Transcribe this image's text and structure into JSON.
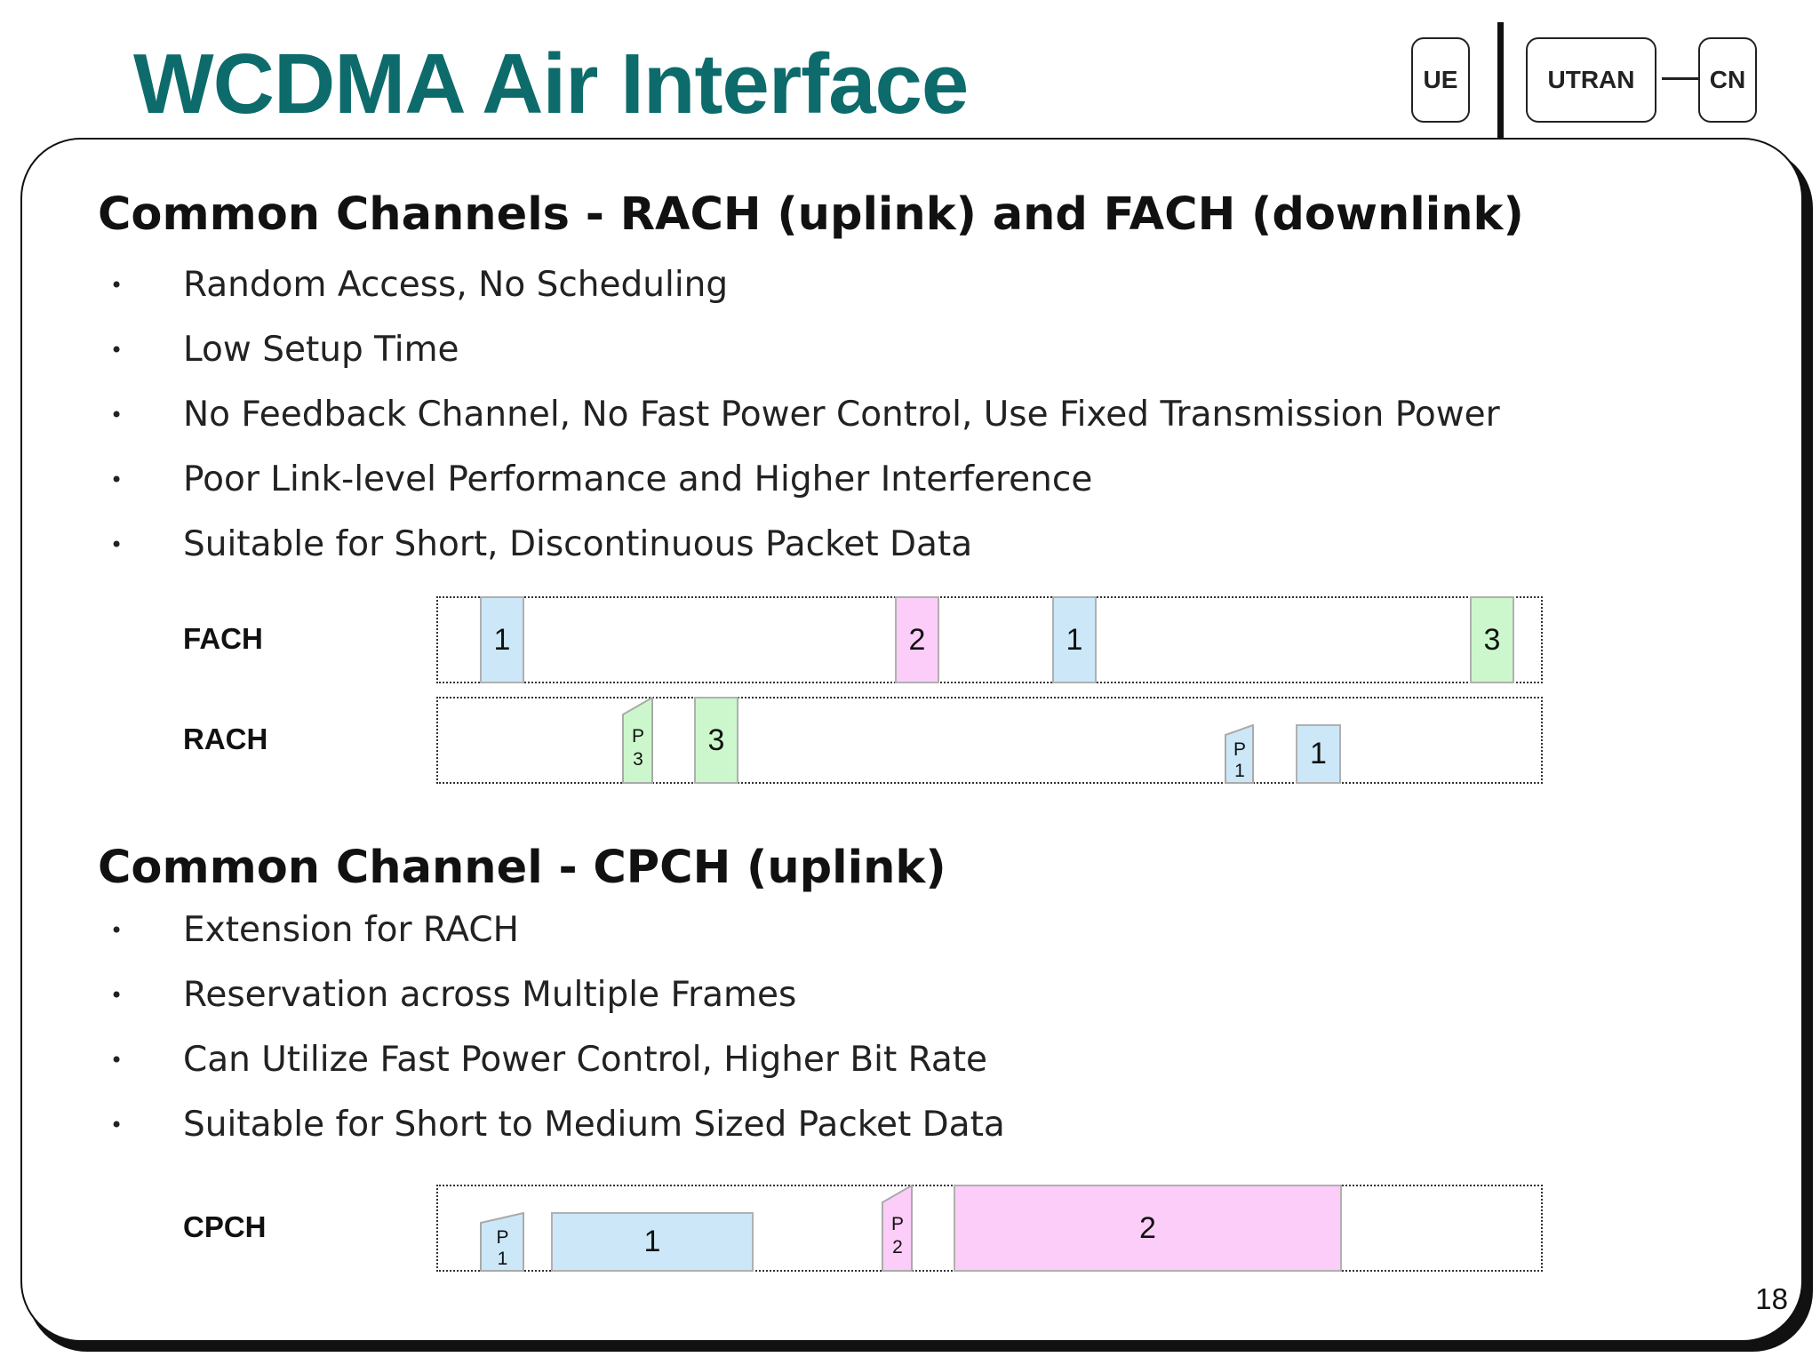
{
  "slide": {
    "title": "WCDMA Air Interface",
    "page_number": "18"
  },
  "nav": {
    "ue": "UE",
    "utran": "UTRAN",
    "cn": "CN",
    "arrow_color": "#cc0066"
  },
  "colors": {
    "title": "#0d6b6b",
    "blue": "#cce8f8",
    "pink": "#fccdf8",
    "green": "#ccf7cc"
  },
  "section1": {
    "heading": "Common Channels - RACH (uplink) and FACH (downlink)",
    "bullets": [
      "Random Access, No Scheduling",
      "Low Setup Time",
      "No Feedback Channel, No Fast Power Control, Use Fixed Transmission Power",
      "Poor Link-level Performance and Higher Interference",
      "Suitable for Short, Discontinuous Packet Data"
    ]
  },
  "section2": {
    "heading": "Common Channel - CPCH (uplink)",
    "bullets": [
      "Extension for RACH",
      "Reservation across Multiple Frames",
      "Can Utilize Fast Power Control, Higher Bit Rate",
      "Suitable for Short to Medium Sized Packet Data"
    ]
  },
  "diagram": {
    "fach": {
      "label": "FACH",
      "blocks": [
        "1",
        "2",
        "1",
        "3"
      ]
    },
    "rach": {
      "label": "RACH",
      "preambles": [
        [
          "P",
          "3"
        ],
        [
          "P",
          "1"
        ]
      ],
      "blocks": [
        "3",
        "1"
      ]
    },
    "cpch": {
      "label": "CPCH",
      "preambles": [
        [
          "P",
          "1"
        ],
        [
          "P",
          "2"
        ]
      ],
      "blocks": [
        "1",
        "2"
      ]
    }
  }
}
